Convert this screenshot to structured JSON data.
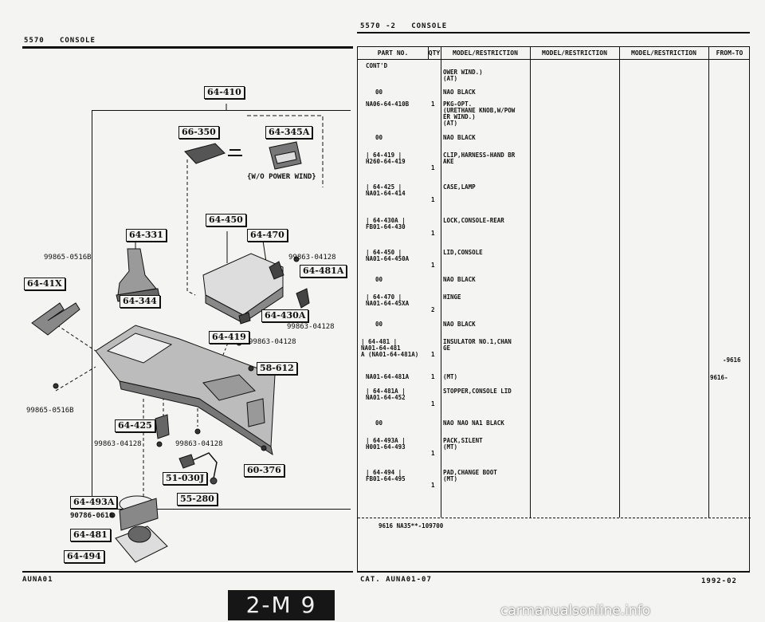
{
  "left_header": {
    "code": "5570",
    "title": "CONSOLE"
  },
  "right_header": {
    "code": "5570 -2",
    "title": "CONSOLE"
  },
  "callouts": {
    "c1": "64-410",
    "c2": "66-350",
    "c3": "64-345A",
    "c4": "64-450",
    "c5": "64-331",
    "c6": "64-470",
    "c7": "64-41X",
    "c8": "64-481A",
    "c9": "64-344",
    "c10": "64-430A",
    "c11": "64-419",
    "c12": "58-612",
    "c13": "64-425",
    "c14": "60-376",
    "c15": "51-030J",
    "c16": "55-280",
    "c17": "64-493A",
    "c18": "64-481",
    "c19": "64-494"
  },
  "bolts": {
    "b1": "99863-04128",
    "b2": "99865-0516B",
    "b3": "99863-04128",
    "b4": "99863-04128",
    "b5": "99865-0516B",
    "b6": "99863-04128",
    "b7": "99863-04128",
    "b8": "90786-0616"
  },
  "power_wind_note": "W/O POWER WIND",
  "table": {
    "headers": [
      "PART NO.",
      "QTY",
      "MODEL/RESTRICTION",
      "MODEL/RESTRICTION",
      "MODEL/RESTRICTION",
      "FROM-TO"
    ],
    "rows": [
      {
        "part": "CONT'D",
        "qty": "",
        "desc": ""
      },
      {
        "part": "",
        "qty": "",
        "desc": "OWER WIND.)\n(AT)"
      },
      {
        "part": "00",
        "qty": "",
        "desc": "NAO BLACK"
      },
      {
        "part": "NA06-64-410B",
        "qty": "1",
        "desc": "PKG-OPT.\n(URETHANE KNOB,W/POW\nER WIND.)\n(AT)"
      },
      {
        "part": "00",
        "qty": "",
        "desc": "NAO BLACK"
      },
      {
        "part": "| 64-419 |\nH260-64-419",
        "qty": "1",
        "desc": "CLIP,HARNESS-HAND BR\nAKE"
      },
      {
        "part": "| 64-425 |\nNA01-64-414",
        "qty": "1",
        "desc": "CASE,LAMP"
      },
      {
        "part": "| 64-430A |\nFB01-64-430",
        "qty": "1",
        "desc": "LOCK,CONSOLE-REAR"
      },
      {
        "part": "| 64-450 |\nNA01-64-450A",
        "qty": "1",
        "desc": "LID,CONSOLE"
      },
      {
        "part": "00",
        "qty": "",
        "desc": "NAO BLACK"
      },
      {
        "part": "| 64-470 |\nNA01-64-45XA",
        "qty": "2",
        "desc": "HINGE"
      },
      {
        "part": "00",
        "qty": "",
        "desc": "NAO BLACK"
      },
      {
        "part": "| 64-481 |\nNA01-64-481\nA (NA01-64-481A)",
        "qty": "1",
        "desc": "INSULATOR NO.1,CHAN\nGE"
      },
      {
        "part": "NA01-64-481A",
        "qty": "1",
        "desc": "(MT)"
      },
      {
        "part": "| 64-481A |\nNA01-64-452",
        "qty": "1",
        "desc": "STOPPER,CONSOLE LID"
      },
      {
        "part": "00",
        "qty": "",
        "desc": "NAO NAO NA1 BLACK"
      },
      {
        "part": "| 64-493A |\nH001-64-493",
        "qty": "1",
        "desc": "PACK,SILENT\n(MT)"
      },
      {
        "part": "| 64-494 |\nFB01-64-495",
        "qty": "1",
        "desc": "PAD,CHANGE BOOT\n(MT)"
      }
    ],
    "from_to_a": "-9616",
    "from_to_b": "9616-",
    "footnote": "9616 NA35**-109700"
  },
  "footer": {
    "left": "AUNA01",
    "cat": "CAT. AUNA01-07",
    "date": "1992-02"
  },
  "page_badge": "2-M 9",
  "watermark": "carmanualsonline.info"
}
